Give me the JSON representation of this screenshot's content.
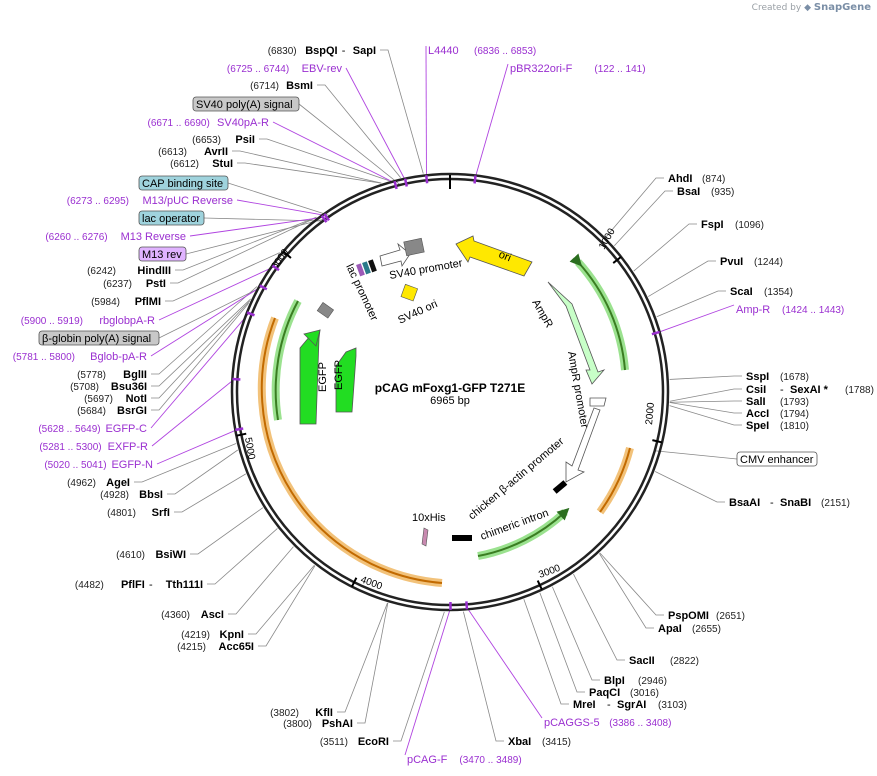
{
  "credit": {
    "prefix": "Created by",
    "brand": "SnapGene"
  },
  "plasmid": {
    "name": "pCAG mFoxg1-GFP T271E",
    "size": "6965 bp"
  },
  "tick_labels": [
    "1000",
    "2000",
    "3000",
    "4000",
    "5000",
    "6000"
  ],
  "colors": {
    "primer": "#9a2fd0",
    "ori": "#ffe800",
    "ampr": "#c8ffc8",
    "egfp": "#22dd22",
    "enhancer_arc": "#e08a1c",
    "cap_box": "#9fd3dd",
    "polyA_box": "#c8c8c8",
    "m13_box": "#e0b3ff"
  },
  "sites_left": [
    {
      "pos": "(6830)",
      "name": "BspQI",
      "extra": "SapI"
    },
    {
      "pos": "(6714)",
      "name": "BsmI"
    },
    {
      "pos": "(6653)",
      "name": "PsiI"
    },
    {
      "pos": "(6613)",
      "name": "AvrII"
    },
    {
      "pos": "(6612)",
      "name": "StuI"
    },
    {
      "pos": "(6242)",
      "name": "HindIII"
    },
    {
      "pos": "(6237)",
      "name": "PstI"
    },
    {
      "pos": "(5984)",
      "name": "PflMI"
    },
    {
      "pos": "(5778)",
      "name": "BglII"
    },
    {
      "pos": "(5708)",
      "name": "Bsu36I"
    },
    {
      "pos": "(5697)",
      "name": "NotI"
    },
    {
      "pos": "(5684)",
      "name": "BsrGI"
    },
    {
      "pos": "(4962)",
      "name": "AgeI"
    },
    {
      "pos": "(4928)",
      "name": "BbsI"
    },
    {
      "pos": "(4801)",
      "name": "SrfI"
    },
    {
      "pos": "(4610)",
      "name": "BsiWI"
    },
    {
      "pos": "(4482)",
      "name": "PflFI",
      "extra": "Tth111I"
    },
    {
      "pos": "(4360)",
      "name": "AscI"
    },
    {
      "pos": "(4219)",
      "name": "KpnI"
    },
    {
      "pos": "(4215)",
      "name": "Acc65I"
    },
    {
      "pos": "(3802)",
      "name": "KflI"
    },
    {
      "pos": "(3800)",
      "name": "PshAI"
    },
    {
      "pos": "(3511)",
      "name": "EcoRI"
    }
  ],
  "sites_right": [
    {
      "pos": "(874)",
      "name": "AhdI"
    },
    {
      "pos": "(935)",
      "name": "BsaI"
    },
    {
      "pos": "(1096)",
      "name": "FspI"
    },
    {
      "pos": "(1244)",
      "name": "PvuI"
    },
    {
      "pos": "(1354)",
      "name": "ScaI"
    },
    {
      "pos": "(1678)",
      "name": "SspI"
    },
    {
      "pos": "(1788)",
      "name": "CsiI",
      "extra": "SexAI *"
    },
    {
      "pos": "(1793)",
      "name": "SalI"
    },
    {
      "pos": "(1794)",
      "name": "AccI"
    },
    {
      "pos": "(1810)",
      "name": "SpeI"
    },
    {
      "pos": "(2151)",
      "name": "BsaAI",
      "extra": "SnaBI"
    },
    {
      "pos": "(2651)",
      "name": "PspOMI"
    },
    {
      "pos": "(2655)",
      "name": "ApaI"
    },
    {
      "pos": "(2822)",
      "name": "SacII"
    },
    {
      "pos": "(2946)",
      "name": "BlpI"
    },
    {
      "pos": "(3016)",
      "name": "PaqCI"
    },
    {
      "pos": "(3103)",
      "name": "MreI",
      "extra": "SgrAI"
    },
    {
      "pos": "(3415)",
      "name": "XbaI"
    }
  ],
  "primers": [
    {
      "name": "EBV-rev",
      "range": "(6725 .. 6744)"
    },
    {
      "name": "SV40pA-R",
      "range": "(6671 .. 6690)"
    },
    {
      "name": "M13/pUC Reverse",
      "range": "(6273 .. 6295)"
    },
    {
      "name": "M13 Reverse",
      "range": "(6260 .. 6276)"
    },
    {
      "name": "rbglobpA-R",
      "range": "(5900 .. 5919)"
    },
    {
      "name": "Bglob-pA-R",
      "range": "(5781 .. 5800)"
    },
    {
      "name": "EGFP-C",
      "range": "(5628 .. 5649)"
    },
    {
      "name": "EXFP-R",
      "range": "(5281 .. 5300)"
    },
    {
      "name": "EGFP-N",
      "range": "(5020 .. 5041)"
    },
    {
      "name": "L4440",
      "range": "(6836 .. 6853)"
    },
    {
      "name": "pBR322ori-F",
      "range": "(122 .. 141)"
    },
    {
      "name": "Amp-R",
      "range": "(1424 .. 1443)"
    },
    {
      "name": "pCAGGS-5",
      "range": "(3386 .. 3408)"
    },
    {
      "name": "pCAG-F",
      "range": "(3470 .. 3489)"
    }
  ],
  "boxed_features": {
    "sv40_polyA": "SV40 poly(A) signal",
    "cap": "CAP binding site",
    "lac_operator": "lac operator",
    "m13_rev": "M13 rev",
    "beta_globin": "β-globin poly(A) signal",
    "cmv": "CMV enhancer"
  },
  "inner_features": {
    "ori": "ori",
    "ampr": "AmpR",
    "ampr_promoter": "AmpR promoter",
    "sv40_promoter": "SV40 promoter",
    "sv40_ori": "SV40 ori",
    "lac_promoter": "lac promoter",
    "egfp_a": "EGFP",
    "egfp_b": "EGFP",
    "chicken_actin": "chicken β-actin promoter",
    "chimeric_intron": "chimeric intron",
    "his": "10xHis"
  }
}
